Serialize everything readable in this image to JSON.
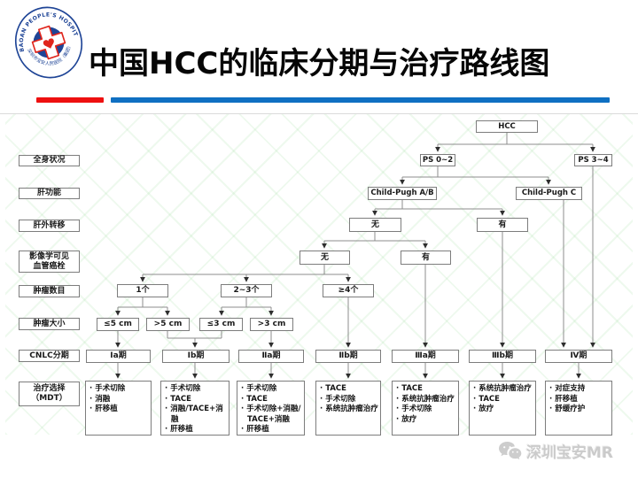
{
  "header": {
    "title": "中国HCC的临床分期与治疗路线图",
    "logo": {
      "ring_text_top": "BAOAN PEOPLE'S HOSPITAL (GROUP)",
      "ring_text_bottom": "深圳市宝安人民医院（集团）"
    }
  },
  "colors": {
    "accent_red": "#ee1010",
    "accent_blue": "#0f70c2",
    "logo_blue": "#1e4496",
    "logo_red": "#e0251c",
    "watermark_green": "#bfe6bf",
    "box_border": "#7d7d7d",
    "connector_gray": "#8c8c8c"
  },
  "row_labels": [
    {
      "lines": [
        "全身状况"
      ]
    },
    {
      "lines": [
        "肝功能"
      ]
    },
    {
      "lines": [
        "肝外转移"
      ]
    },
    {
      "lines": [
        "影像学可见",
        "血管癌栓"
      ]
    },
    {
      "lines": [
        "肿瘤数目"
      ]
    },
    {
      "lines": [
        "肿瘤大小"
      ]
    },
    {
      "lines": [
        "CNLC分期"
      ]
    },
    {
      "lines": [
        "治疗选择",
        "（MDT）"
      ]
    }
  ],
  "nodes": {
    "root": "HCC",
    "ps_0_2": "PS 0~2",
    "ps_3_4": "PS 3~4",
    "child_pugh_ab": "Child-Pugh A/B",
    "child_pugh_c": "Child-Pugh C",
    "metastasis_no": "无",
    "metastasis_yes": "有",
    "vascular_no": "无",
    "vascular_yes": "有",
    "number_1": "1个",
    "number_2_3": "2~3个",
    "number_ge4": "≥4个",
    "size_le5": "≤5 cm",
    "size_gt5": ">5 cm",
    "size_le3": "≤3 cm",
    "size_gt3": ">3 cm"
  },
  "stages": [
    "Ⅰa期",
    "Ⅰb期",
    "Ⅱa期",
    "Ⅱb期",
    "Ⅲa期",
    "Ⅲb期",
    "Ⅳ期"
  ],
  "treatments": [
    {
      "items": [
        "手术切除",
        "消融",
        "肝移植"
      ]
    },
    {
      "items": [
        "手术切除",
        "TACE",
        "消融/TACE+消融",
        "肝移植"
      ]
    },
    {
      "items": [
        "手术切除",
        "TACE",
        "手术切除+消融/TACE+消融",
        "肝移植"
      ]
    },
    {
      "items": [
        "TACE",
        "手术切除",
        "系统抗肿瘤治疗"
      ]
    },
    {
      "items": [
        "TACE",
        "系统抗肿瘤治疗",
        "手术切除",
        "放疗"
      ]
    },
    {
      "items": [
        "系统抗肿瘤治疗",
        "TACE",
        "放疗"
      ]
    },
    {
      "items": [
        "对症支持",
        "肝移植",
        "舒缓疗护"
      ]
    }
  ],
  "footer": {
    "watermark": "深圳宝安MR"
  }
}
